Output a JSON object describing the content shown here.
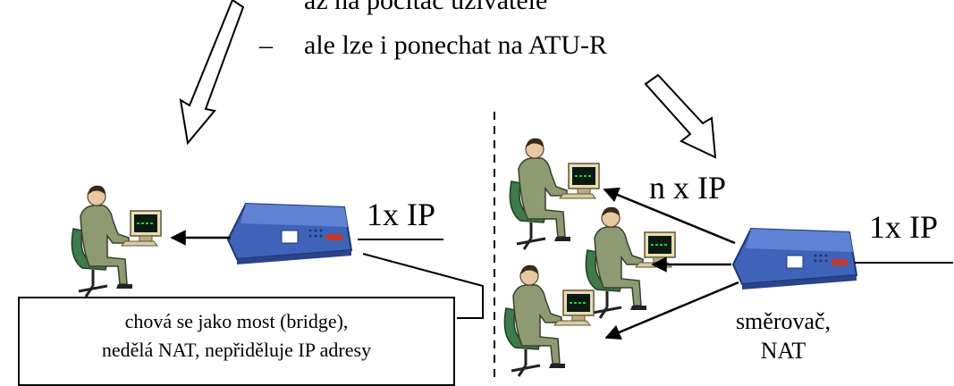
{
  "top_text": {
    "line1": "až na počítač uživatele",
    "dash": "–",
    "line2": "ale lze i ponechat na ATU-R"
  },
  "labels": {
    "ip_left": "1x IP",
    "ip_middle": "n x IP",
    "ip_right": "1x IP",
    "router_line1": "směrovač,",
    "router_line2": "NAT"
  },
  "bridge_note": {
    "line1": "chová se jako most  (bridge),",
    "line2": "nedělá NAT, nepřiděluje IP adresy"
  },
  "colors": {
    "device_blue": "#3f63b8",
    "person_suit": "#8d9a72",
    "chair_green": "#3f7a4a",
    "screen_green": "#1ecf4a"
  }
}
